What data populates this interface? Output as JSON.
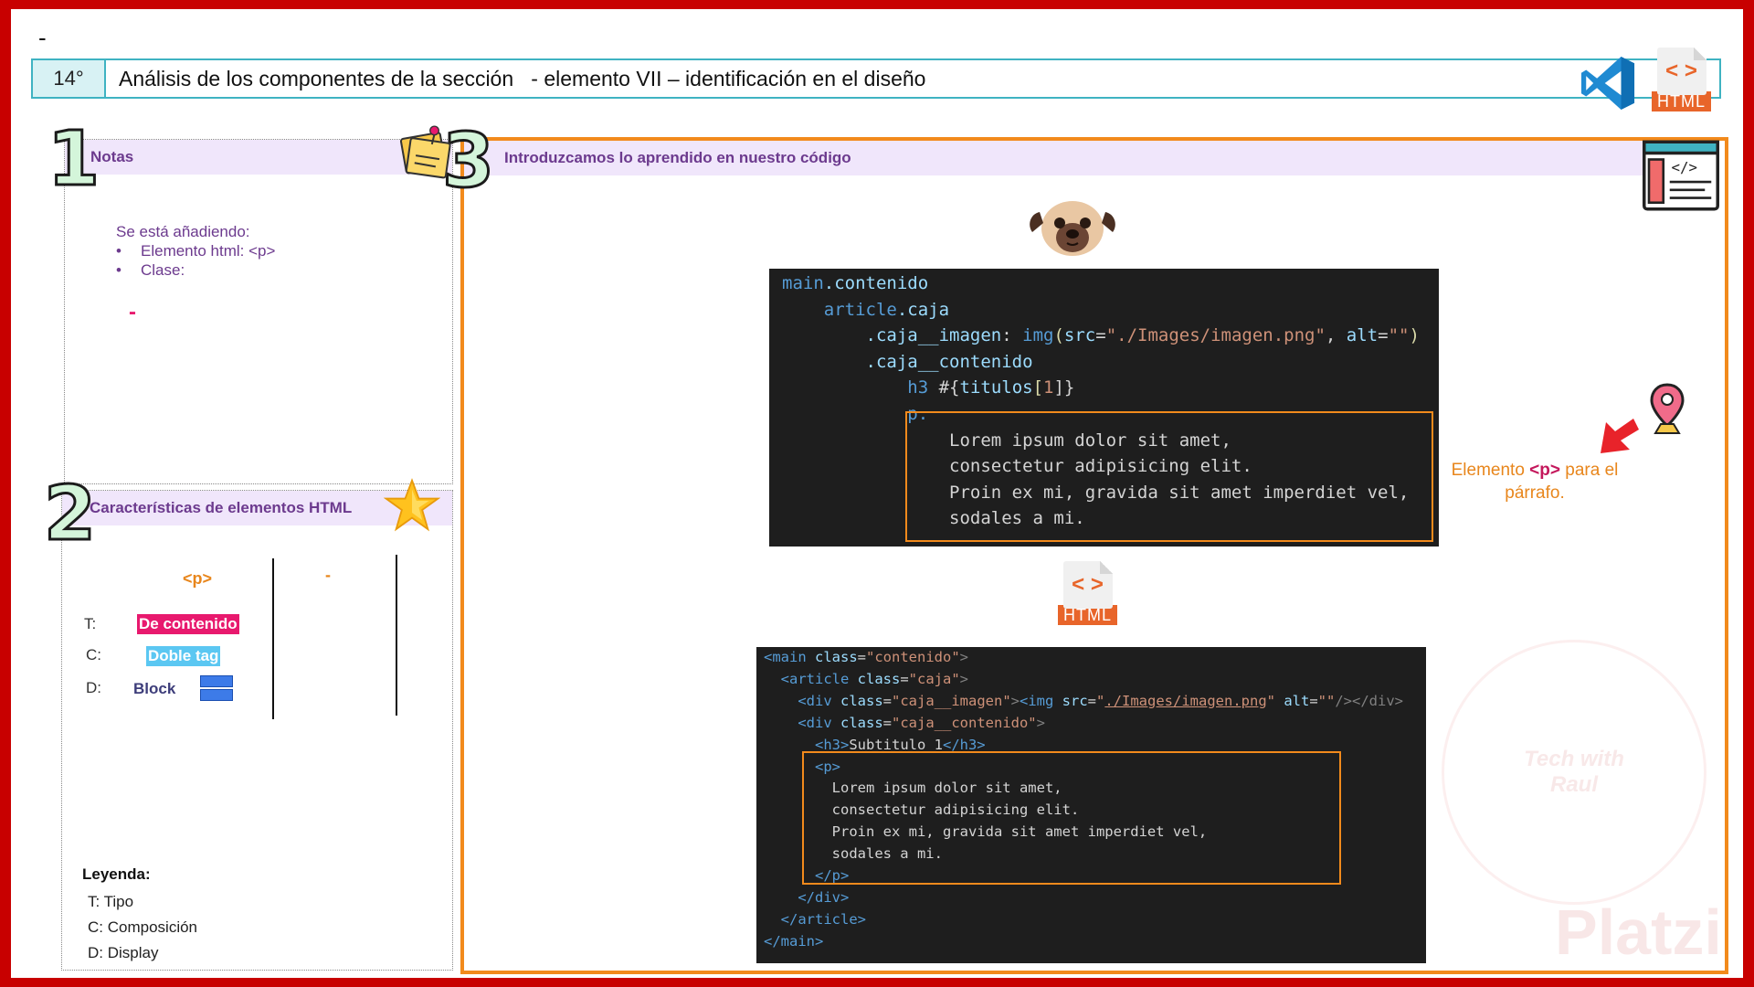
{
  "slide": {
    "dash": "-",
    "number": "14°",
    "title": "Análisis de los componentes de la sección   - elemento VII – identificación en el diseño"
  },
  "icons": {
    "vscode": "vscode-logo-icon",
    "html_file_badge": "HTML",
    "html_file_glyph": "< >"
  },
  "notes": {
    "number": "1",
    "heading": "Notas",
    "intro": "Se está añadiendo:",
    "items": [
      "Elemento html: <p>",
      "Clase:"
    ],
    "dash": "-"
  },
  "features": {
    "number": "2",
    "heading": "Características de elementos HTML",
    "element": "<p>",
    "dash": "-",
    "labels": {
      "t": "T:",
      "c": "C:",
      "d": "D:"
    },
    "values": {
      "t": "De contenido",
      "c": "Doble tag",
      "d": "Block"
    },
    "colors": {
      "t": "#e8196e",
      "c": "#5bc7f2",
      "d": "#3d7be8"
    },
    "legend": {
      "title": "Leyenda:",
      "items": [
        {
          "key": "T:",
          "value": "Tipo"
        },
        {
          "key": "C:",
          "value": "Composición"
        },
        {
          "key": "D:",
          "value": "Display"
        }
      ]
    }
  },
  "code_section": {
    "number": "3",
    "heading": "Introduzcamos lo aprendido en nuestro código",
    "annotation": {
      "before": "Elemento ",
      "tag": "<p>",
      "after": " para el",
      "line2": "párrafo."
    },
    "html_badge": "HTML"
  },
  "pug_code": {
    "l1a": "main",
    "l1b": ".contenido",
    "l2a": "article",
    "l2b": ".caja",
    "l3a": ".caja__imagen",
    "l3b": ": ",
    "l3c": "img",
    "l3d": "(",
    "l3e": "src",
    "l3f": "=",
    "l3g": "\"./Images/imagen.png\"",
    "l3h": ", ",
    "l3i": "alt",
    "l3j": "=",
    "l3k": "\"\"",
    "l3l": ")",
    "l4a": ".caja__contenido",
    "l5a": "h3",
    "l5b": " #{",
    "l5c": "titulos",
    "l5d": "[",
    "l5e": "1",
    "l5f": "]}",
    "l6a": "p.",
    "l7": "Lorem ipsum dolor sit amet,",
    "l8": "consectetur adipisicing elit.",
    "l9": "Proin ex mi, gravida sit amet imperdiet vel,",
    "l10": "sodales a mi."
  },
  "html_code": {
    "l1a": "<main",
    "l1b": " class",
    "l1c": "=",
    "l1d": "\"contenido\"",
    "l1e": ">",
    "l2a": "<article",
    "l2b": " class",
    "l2c": "=",
    "l2d": "\"caja\"",
    "l2e": ">",
    "l3a": "<div",
    "l3b": " class",
    "l3c": "=",
    "l3d": "\"caja__imagen\"",
    "l3e": ">",
    "l3f": "<img",
    "l3g": " src",
    "l3h": "=",
    "l3i": "\"",
    "l3j": "./Images/imagen.png",
    "l3k": "\"",
    "l3l": " alt",
    "l3m": "=",
    "l3n": "\"\"",
    "l3o": "/></div>",
    "l4a": "<div",
    "l4b": " class",
    "l4c": "=",
    "l4d": "\"caja__contenido\"",
    "l4e": ">",
    "l5a": "<h3>",
    "l5b": "Subtitulo 1",
    "l5c": "</h3>",
    "l6": "<p>",
    "l7": "Lorem ipsum dolor sit amet,",
    "l8": "consectetur adipisicing elit.",
    "l9": "Proin ex mi, gravida sit amet imperdiet vel,",
    "l10": "sodales a mi.",
    "l11": "</p>",
    "l12": "</div>",
    "l13": "</article>",
    "l14": "</main>"
  },
  "watermark": {
    "brand": "Platzi",
    "logo_line1": "Tech with",
    "logo_line2": "Raul"
  },
  "colors": {
    "frame": "#c80000",
    "header_border": "#3fb3c2",
    "panel_head_bg": "#f0e6fb",
    "accent_purple": "#6c3a8e",
    "accent_orange": "#f28a1c",
    "html_orange": "#e8652a"
  }
}
